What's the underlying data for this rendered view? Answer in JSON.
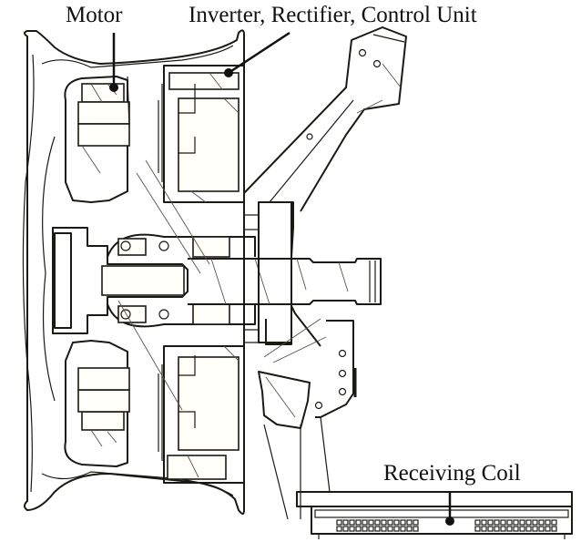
{
  "diagram": {
    "subject": "In-wheel motor cross-section",
    "labels": {
      "motor": "Motor",
      "inverter": "Inverter, Rectifier, Control Unit",
      "receiving_coil": "Receiving Coil"
    },
    "colors": {
      "line": "#1a1a14",
      "background": "#ffffff",
      "part_fill": "#fffef8"
    }
  }
}
